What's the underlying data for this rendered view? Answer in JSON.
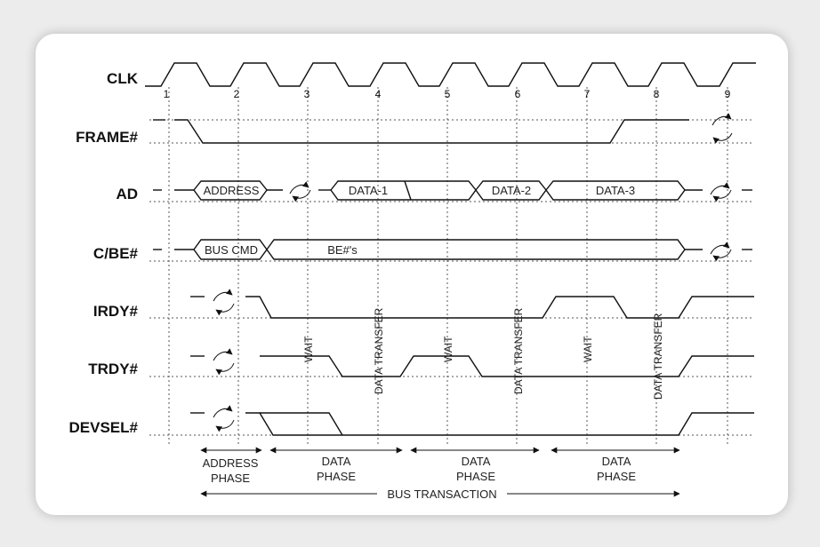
{
  "signals": {
    "clk": "CLK",
    "frame": "FRAME#",
    "ad": "AD",
    "cbe": "C/BE#",
    "irdy": "IRDY#",
    "trdy": "TRDY#",
    "devsel": "DEVSEL#"
  },
  "clocks": [
    "1",
    "2",
    "3",
    "4",
    "5",
    "6",
    "7",
    "8",
    "9"
  ],
  "ad_bus": {
    "address": "ADDRESS",
    "data1": "DATA-1",
    "data2": "DATA-2",
    "data3": "DATA-3"
  },
  "cbe_bus": {
    "bus_cmd": "BUS CMD",
    "bes": "BE#'s"
  },
  "events": {
    "wait": "WAIT",
    "data_transfer": "DATA TRANSFER"
  },
  "phases": {
    "address_line1": "ADDRESS",
    "address_line2": "PHASE",
    "data_line1": "DATA",
    "data_line2": "PHASE",
    "bus_transaction": "BUS TRANSACTION"
  }
}
